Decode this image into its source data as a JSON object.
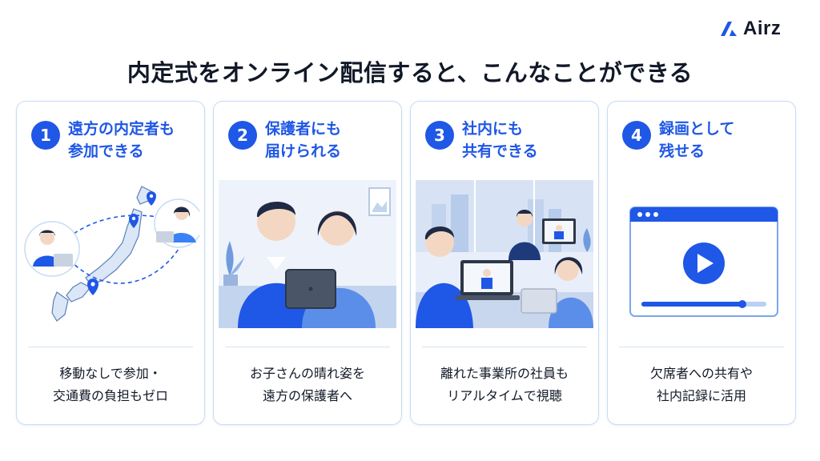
{
  "brand": {
    "name": "Airz",
    "accent": "#1f57e6"
  },
  "page": {
    "title": "内定式をオンライン配信すると、こんなことができる"
  },
  "cards": [
    {
      "number": "1",
      "title_lines": [
        "遠方の内定者も",
        "参加できる"
      ],
      "desc_lines": [
        "移動なしで参加・",
        "交通費の負担もゼロ"
      ],
      "illustration": "japan-map-remote-participants"
    },
    {
      "number": "2",
      "title_lines": [
        "保護者にも",
        "届けられる"
      ],
      "desc_lines": [
        "お子さんの晴れ姿を",
        "遠方の保護者へ"
      ],
      "illustration": "parents-watching-tablet"
    },
    {
      "number": "3",
      "title_lines": [
        "社内にも",
        "共有できる"
      ],
      "desc_lines": [
        "離れた事業所の社員も",
        "リアルタイムで視聴"
      ],
      "illustration": "office-employees-viewing"
    },
    {
      "number": "4",
      "title_lines": [
        "録画として",
        "残せる"
      ],
      "desc_lines": [
        "欠席者への共有や",
        "社内記録に活用"
      ],
      "illustration": "video-player-recording"
    }
  ]
}
